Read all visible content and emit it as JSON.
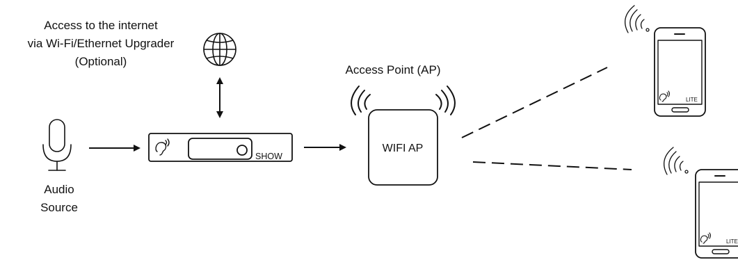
{
  "internet": {
    "line1": "Access to the internet",
    "line2": "via Wi-Fi/Ethernet Upgrader",
    "line3": "(Optional)",
    "icon": "globe-icon"
  },
  "audio_source": {
    "line1": "Audio",
    "line2": "Source",
    "icon": "microphone-icon"
  },
  "show_device": {
    "label": "SHOW",
    "icon": "ear-icon"
  },
  "access_point": {
    "caption": "Access Point (AP)",
    "label": "WIFI AP",
    "icon": "wifi-signal-icon"
  },
  "phones": [
    {
      "label": "LITE",
      "icon": "smartphone-icon"
    },
    {
      "label": "LITE",
      "icon": "smartphone-icon"
    }
  ],
  "colors": {
    "stroke": "#111111",
    "background": "#ffffff"
  }
}
